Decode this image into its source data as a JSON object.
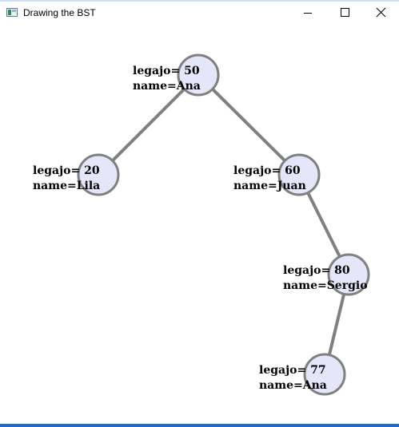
{
  "window": {
    "title": "Drawing the BST",
    "icon": "java-app-icon",
    "controls": [
      "minimize-icon",
      "maximize-icon",
      "close-icon"
    ]
  },
  "tree": {
    "root": "50",
    "nodes": [
      {
        "id": "50",
        "legajo_text": "legajo= 50",
        "name_text": "name=Ana",
        "parent": null
      },
      {
        "id": "20",
        "legajo_text": "legajo= 20",
        "name_text": "name=Lila",
        "parent": "50"
      },
      {
        "id": "60",
        "legajo_text": "legajo= 60",
        "name_text": "name=Juan",
        "parent": "50"
      },
      {
        "id": "80",
        "legajo_text": "legajo= 80",
        "name_text": "name=Sergio",
        "parent": "60"
      },
      {
        "id": "77",
        "legajo_text": "legajo= 77",
        "name_text": "name=Ana",
        "parent": "80"
      }
    ],
    "colors": {
      "node_fill": "#e6e6fa",
      "node_stroke": "#808080",
      "edge": "#808080",
      "text": "#000000"
    }
  }
}
